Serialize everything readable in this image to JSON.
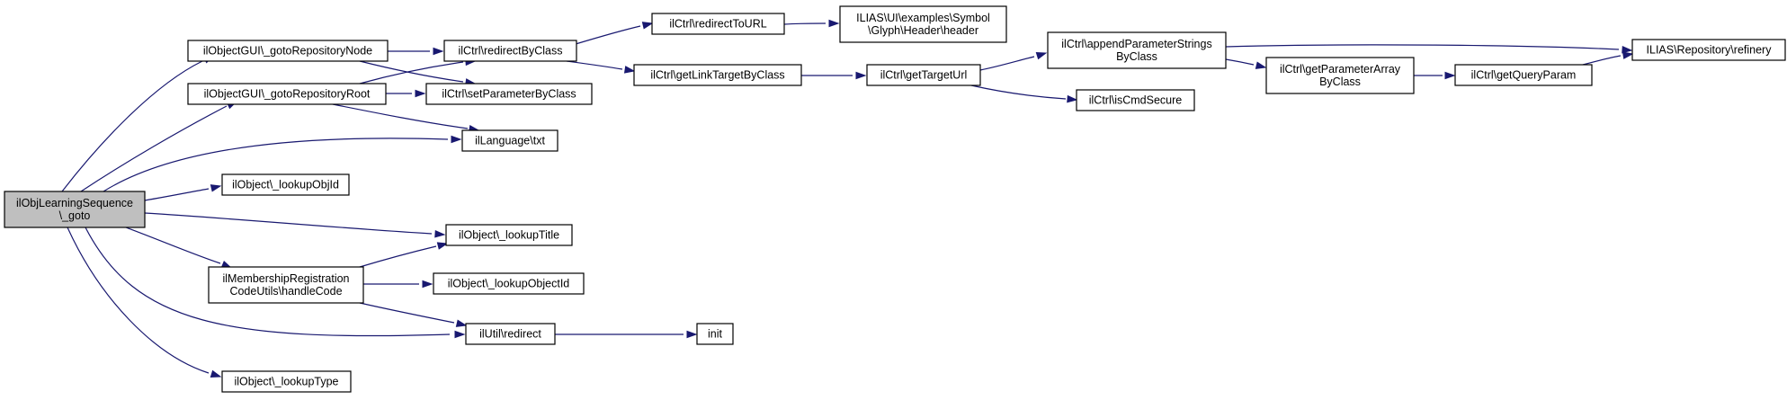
{
  "graph": {
    "colors": {
      "edge": "#191970",
      "node_border": "#000000",
      "node_fill": "#ffffff",
      "root_fill": "#bfbfbf",
      "text": "#000000"
    },
    "nodes": [
      {
        "id": "root",
        "lines": [
          "ilObjLearningSequence",
          "\\_goto"
        ],
        "highlighted": true
      },
      {
        "id": "gotoRepoNode",
        "lines": [
          "ilObjectGUI\\_gotoRepositoryNode"
        ]
      },
      {
        "id": "gotoRepoRoot",
        "lines": [
          "ilObjectGUI\\_gotoRepositoryRoot"
        ]
      },
      {
        "id": "redirectByClass",
        "lines": [
          "ilCtrl\\redirectByClass"
        ]
      },
      {
        "id": "setParamByClass",
        "lines": [
          "ilCtrl\\setParameterByClass"
        ]
      },
      {
        "id": "langTxt",
        "lines": [
          "ilLanguage\\txt"
        ]
      },
      {
        "id": "lookupObjId",
        "lines": [
          "ilObject\\_lookupObjId"
        ]
      },
      {
        "id": "lookupTitle",
        "lines": [
          "ilObject\\_lookupTitle"
        ]
      },
      {
        "id": "handleCode",
        "lines": [
          "ilMembershipRegistration",
          "CodeUtils\\handleCode"
        ]
      },
      {
        "id": "lookupObjectId",
        "lines": [
          "ilObject\\_lookupObjectId"
        ]
      },
      {
        "id": "utilRedirect",
        "lines": [
          "ilUtil\\redirect"
        ]
      },
      {
        "id": "lookupType",
        "lines": [
          "ilObject\\_lookupType"
        ]
      },
      {
        "id": "redirectToURL",
        "lines": [
          "ilCtrl\\redirectToURL"
        ]
      },
      {
        "id": "getLinkTarget",
        "lines": [
          "ilCtrl\\getLinkTargetByClass"
        ]
      },
      {
        "id": "glyphHeader",
        "lines": [
          "ILIAS\\UI\\examples\\Symbol",
          "\\Glyph\\Header\\header"
        ]
      },
      {
        "id": "getTargetUrl",
        "lines": [
          "ilCtrl\\getTargetUrl"
        ]
      },
      {
        "id": "appendParams",
        "lines": [
          "ilCtrl\\appendParameterStrings",
          "ByClass"
        ]
      },
      {
        "id": "isCmdSecure",
        "lines": [
          "ilCtrl\\isCmdSecure"
        ]
      },
      {
        "id": "getParamArray",
        "lines": [
          "ilCtrl\\getParameterArray",
          "ByClass"
        ]
      },
      {
        "id": "getQueryParam",
        "lines": [
          "ilCtrl\\getQueryParam"
        ]
      },
      {
        "id": "refinery",
        "lines": [
          "ILIAS\\Repository\\refinery"
        ]
      },
      {
        "id": "init",
        "lines": [
          "init"
        ]
      }
    ],
    "edges": [
      {
        "from": "root",
        "to": "gotoRepoNode"
      },
      {
        "from": "root",
        "to": "gotoRepoRoot"
      },
      {
        "from": "root",
        "to": "langTxt"
      },
      {
        "from": "root",
        "to": "lookupObjId"
      },
      {
        "from": "root",
        "to": "lookupTitle"
      },
      {
        "from": "root",
        "to": "handleCode"
      },
      {
        "from": "root",
        "to": "utilRedirect"
      },
      {
        "from": "root",
        "to": "lookupType"
      },
      {
        "from": "gotoRepoNode",
        "to": "redirectByClass"
      },
      {
        "from": "gotoRepoNode",
        "to": "setParamByClass"
      },
      {
        "from": "gotoRepoRoot",
        "to": "redirectByClass"
      },
      {
        "from": "gotoRepoRoot",
        "to": "setParamByClass"
      },
      {
        "from": "gotoRepoRoot",
        "to": "langTxt"
      },
      {
        "from": "handleCode",
        "to": "lookupTitle"
      },
      {
        "from": "handleCode",
        "to": "lookupObjectId"
      },
      {
        "from": "handleCode",
        "to": "utilRedirect"
      },
      {
        "from": "redirectByClass",
        "to": "redirectToURL"
      },
      {
        "from": "redirectByClass",
        "to": "getLinkTarget"
      },
      {
        "from": "redirectToURL",
        "to": "glyphHeader"
      },
      {
        "from": "getLinkTarget",
        "to": "getTargetUrl"
      },
      {
        "from": "getTargetUrl",
        "to": "appendParams"
      },
      {
        "from": "getTargetUrl",
        "to": "isCmdSecure"
      },
      {
        "from": "appendParams",
        "to": "refinery"
      },
      {
        "from": "appendParams",
        "to": "getParamArray"
      },
      {
        "from": "getParamArray",
        "to": "getQueryParam"
      },
      {
        "from": "getQueryParam",
        "to": "refinery"
      },
      {
        "from": "utilRedirect",
        "to": "init"
      }
    ]
  }
}
